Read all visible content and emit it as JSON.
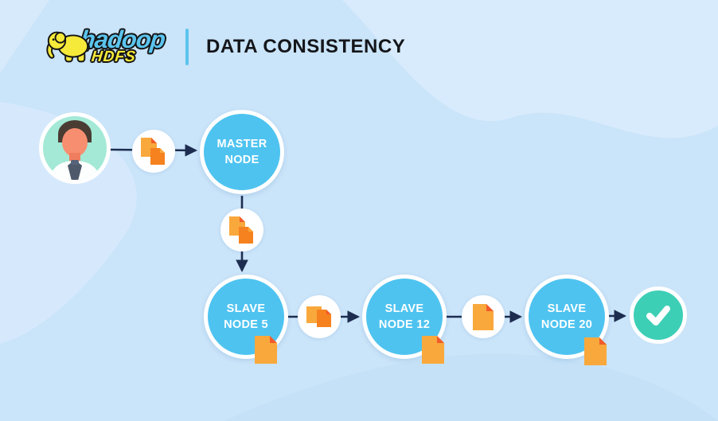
{
  "header": {
    "brand": "hadoop",
    "brand_sub": "HDFS",
    "title": "DATA CONSISTENCY"
  },
  "flow": {
    "nodes": {
      "master": {
        "line1": "MASTER",
        "line2": "NODE"
      },
      "slave5": {
        "line1": "SLAVE",
        "line2": "NODE 5"
      },
      "slave12": {
        "line1": "SLAVE",
        "line2": "NODE 12"
      },
      "slave20": {
        "line1": "SLAVE",
        "line2": "NODE 20"
      }
    },
    "icons": {
      "user": "client-user-avatar-icon",
      "documents_double": "documents-copy-icon",
      "document_single": "document-icon",
      "success": "checkmark-icon",
      "logo": "hadoop-elephant-icon"
    }
  },
  "colors": {
    "background": "#CAE4F9",
    "background_light": "#D9EBFC",
    "background_dark": "#BFDEF6",
    "node_blue": "#4EC3F0",
    "success_teal": "#3DCFB6",
    "avatar_mint": "#A3E9D6",
    "doc_orange": "#F9A83C",
    "doc_orange_dark": "#F5821F",
    "doc_fold_red": "#F15B2A",
    "arrow_navy": "#1D2D50",
    "divider_blue": "#5BC4EE",
    "brand_blue": "#5BC4EE",
    "brand_yellow": "#F5E93A",
    "title_color": "#14161A"
  }
}
